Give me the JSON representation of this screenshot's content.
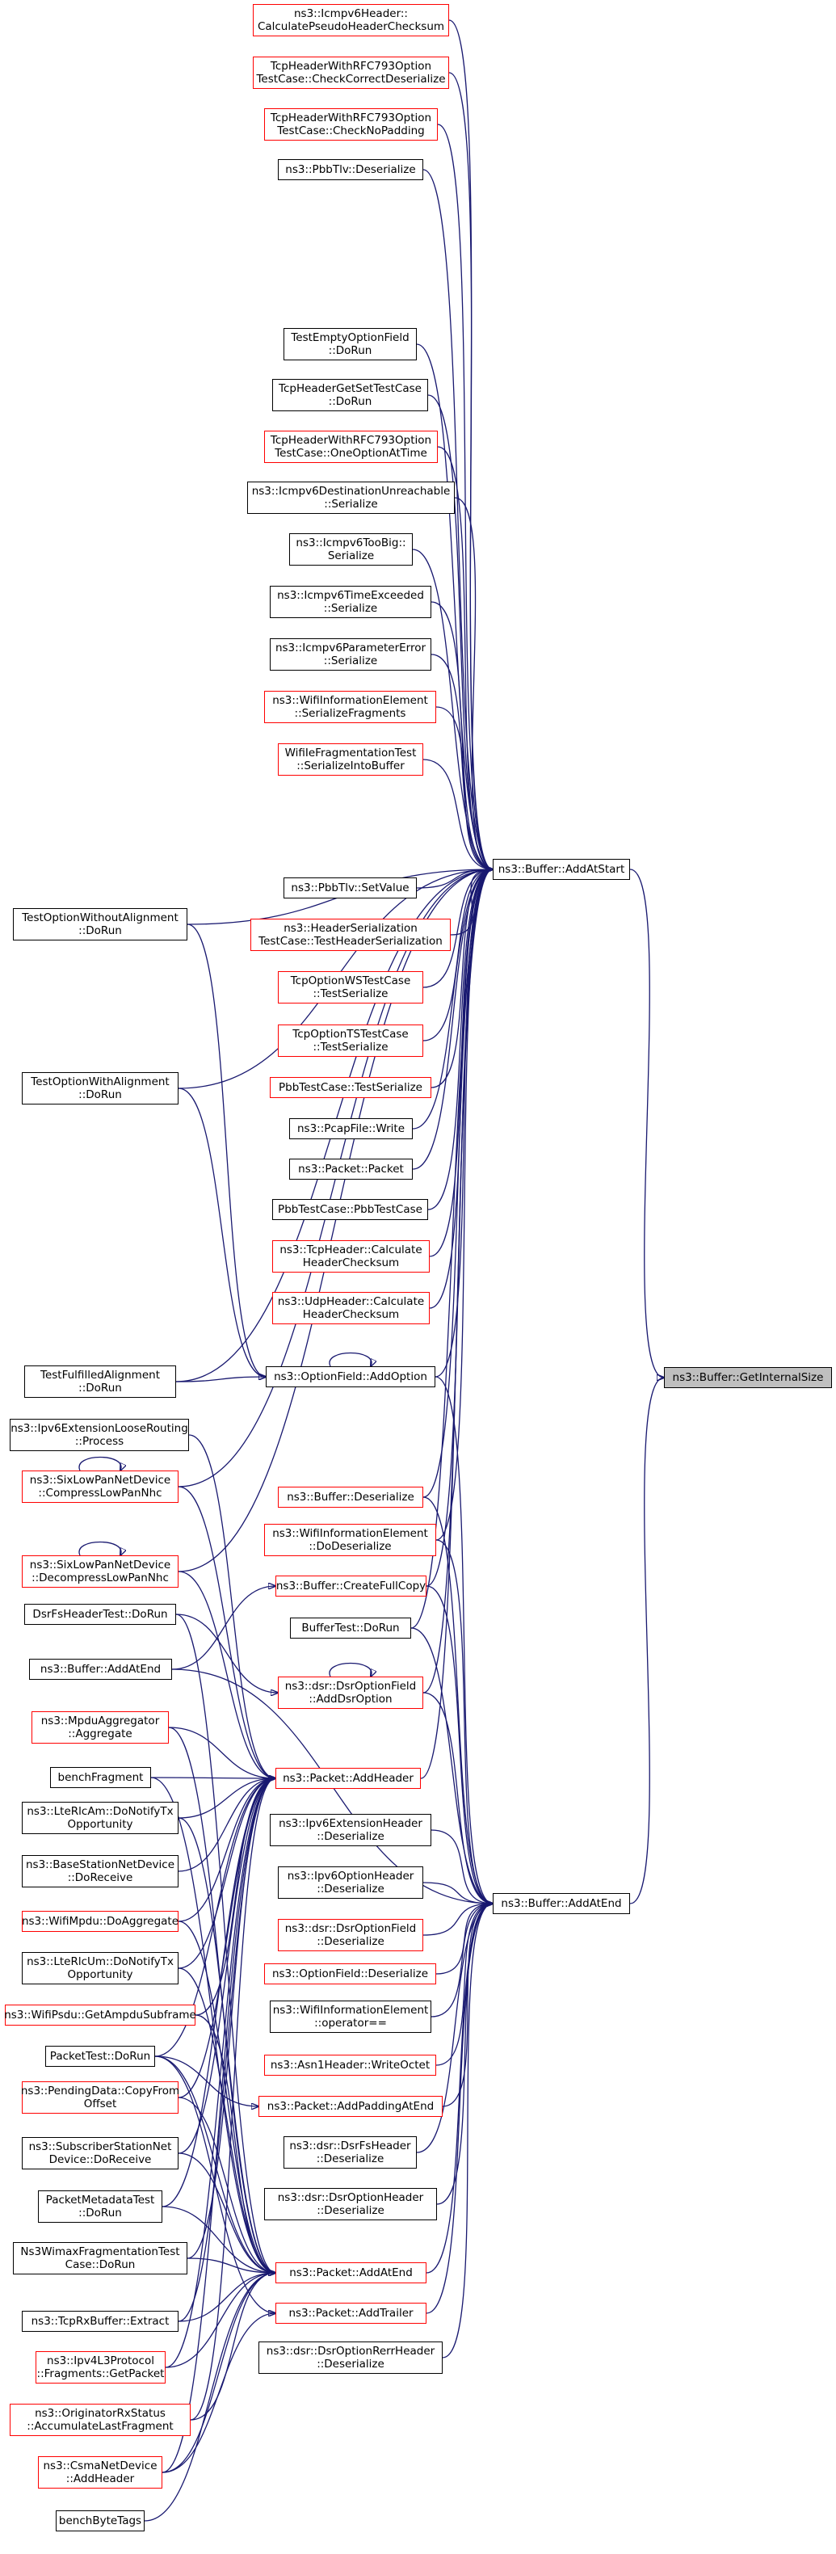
{
  "graph": {
    "edge_color": "#191970",
    "nodes": [
      {
        "id": "n1",
        "label": "ns3::Icmpv6Header::\nCalculatePseudoHeaderChecksum",
        "border": "red"
      },
      {
        "id": "n2",
        "label": "TcpHeaderWithRFC793Option\nTestCase::CheckCorrectDeserialize",
        "border": "red"
      },
      {
        "id": "n3",
        "label": "TcpHeaderWithRFC793Option\nTestCase::CheckNoPadding",
        "border": "red"
      },
      {
        "id": "n4",
        "label": "ns3::PbbTlv::Deserialize",
        "border": "black"
      },
      {
        "id": "n5",
        "label": "TestEmptyOptionField\n::DoRun",
        "border": "black"
      },
      {
        "id": "n6",
        "label": "TcpHeaderGetSetTestCase\n::DoRun",
        "border": "black"
      },
      {
        "id": "n7",
        "label": "TcpHeaderWithRFC793Option\nTestCase::OneOptionAtTime",
        "border": "red"
      },
      {
        "id": "n8",
        "label": "ns3::Icmpv6DestinationUnreachable\n::Serialize",
        "border": "black"
      },
      {
        "id": "n9",
        "label": "ns3::Icmpv6TooBig::\nSerialize",
        "border": "black"
      },
      {
        "id": "n10",
        "label": "ns3::Icmpv6TimeExceeded\n::Serialize",
        "border": "black"
      },
      {
        "id": "n11",
        "label": "ns3::Icmpv6ParameterError\n::Serialize",
        "border": "black"
      },
      {
        "id": "n12",
        "label": "ns3::WifiInformationElement\n::SerializeFragments",
        "border": "red"
      },
      {
        "id": "n13",
        "label": "WifiIeFragmentationTest\n::SerializeIntoBuffer",
        "border": "red"
      },
      {
        "id": "n14",
        "label": "ns3::Buffer::AddAtStart",
        "border": "black"
      },
      {
        "id": "n15",
        "label": "ns3::PbbTlv::SetValue",
        "border": "black"
      },
      {
        "id": "n16",
        "label": "ns3::HeaderSerialization\nTestCase::TestHeaderSerialization",
        "border": "red"
      },
      {
        "id": "n17",
        "label": "TcpOptionWSTestCase\n::TestSerialize",
        "border": "red"
      },
      {
        "id": "n18",
        "label": "TcpOptionTSTestCase\n::TestSerialize",
        "border": "red"
      },
      {
        "id": "n19",
        "label": "PbbTestCase::TestSerialize",
        "border": "red"
      },
      {
        "id": "n20",
        "label": "ns3::PcapFile::Write",
        "border": "black"
      },
      {
        "id": "n21",
        "label": "ns3::Packet::Packet",
        "border": "black"
      },
      {
        "id": "n22",
        "label": "PbbTestCase::PbbTestCase",
        "border": "black"
      },
      {
        "id": "n23",
        "label": "ns3::TcpHeader::Calculate\nHeaderChecksum",
        "border": "red"
      },
      {
        "id": "n24",
        "label": "ns3::UdpHeader::Calculate\nHeaderChecksum",
        "border": "red"
      },
      {
        "id": "n25",
        "label": "TestOptionWithoutAlignment\n::DoRun",
        "border": "black"
      },
      {
        "id": "n26",
        "label": "TestOptionWithAlignment\n::DoRun",
        "border": "black"
      },
      {
        "id": "n27",
        "label": "ns3::OptionField::AddOption",
        "border": "black"
      },
      {
        "id": "n28",
        "label": "TestFulfilledAlignment\n::DoRun",
        "border": "black"
      },
      {
        "id": "n29",
        "label": "ns3::Buffer::GetInternalSize",
        "border": "black",
        "focus": true
      },
      {
        "id": "n30",
        "label": "ns3::Ipv6ExtensionLooseRouting\n::Process",
        "border": "black"
      },
      {
        "id": "n31",
        "label": "ns3::SixLowPanNetDevice\n::CompressLowPanNhc",
        "border": "red"
      },
      {
        "id": "n32",
        "label": "ns3::Buffer::Deserialize",
        "border": "red"
      },
      {
        "id": "n33",
        "label": "ns3::WifiInformationElement\n::DoDeserialize",
        "border": "red"
      },
      {
        "id": "n34",
        "label": "ns3::SixLowPanNetDevice\n::DecompressLowPanNhc",
        "border": "red"
      },
      {
        "id": "n35",
        "label": "ns3::Buffer::CreateFullCopy",
        "border": "red"
      },
      {
        "id": "n36",
        "label": "DsrFsHeaderTest::DoRun",
        "border": "black"
      },
      {
        "id": "n37",
        "label": "BufferTest::DoRun",
        "border": "black"
      },
      {
        "id": "n38",
        "label": "ns3::Buffer::AddAtEnd",
        "border": "black"
      },
      {
        "id": "n39",
        "label": "ns3::dsr::DsrOptionField\n::AddDsrOption",
        "border": "red"
      },
      {
        "id": "n40",
        "label": "ns3::MpduAggregator\n::Aggregate",
        "border": "red"
      },
      {
        "id": "n41",
        "label": "benchFragment",
        "border": "black"
      },
      {
        "id": "n42",
        "label": "ns3::Packet::AddHeader",
        "border": "red"
      },
      {
        "id": "n43",
        "label": "ns3::LteRlcAm::DoNotifyTx\nOpportunity",
        "border": "black"
      },
      {
        "id": "n44",
        "label": "ns3::Ipv6ExtensionHeader\n::Deserialize",
        "border": "black"
      },
      {
        "id": "n45",
        "label": "ns3::BaseStationNetDevice\n::DoReceive",
        "border": "black"
      },
      {
        "id": "n46",
        "label": "ns3::Ipv6OptionHeader\n::Deserialize",
        "border": "black"
      },
      {
        "id": "n47",
        "label": "ns3::Buffer::AddAtEnd",
        "border": "black"
      },
      {
        "id": "n48",
        "label": "ns3::WifiMpdu::DoAggregate",
        "border": "red"
      },
      {
        "id": "n49",
        "label": "ns3::dsr::DsrOptionField\n::Deserialize",
        "border": "red"
      },
      {
        "id": "n50",
        "label": "ns3::LteRlcUm::DoNotifyTx\nOpportunity",
        "border": "black"
      },
      {
        "id": "n51",
        "label": "ns3::OptionField::Deserialize",
        "border": "red"
      },
      {
        "id": "n52",
        "label": "ns3::WifiPsdu::GetAmpduSubframe",
        "border": "red"
      },
      {
        "id": "n53",
        "label": "ns3::WifiInformationElement\n::operator==",
        "border": "black"
      },
      {
        "id": "n54",
        "label": "PacketTest::DoRun",
        "border": "black"
      },
      {
        "id": "n55",
        "label": "ns3::Asn1Header::WriteOctet",
        "border": "red"
      },
      {
        "id": "n56",
        "label": "ns3::PendingData::CopyFrom\nOffset",
        "border": "red"
      },
      {
        "id": "n57",
        "label": "ns3::Packet::AddPaddingAtEnd",
        "border": "red"
      },
      {
        "id": "n58",
        "label": "ns3::SubscriberStationNet\nDevice::DoReceive",
        "border": "black"
      },
      {
        "id": "n59",
        "label": "ns3::dsr::DsrFsHeader\n::Deserialize",
        "border": "black"
      },
      {
        "id": "n60",
        "label": "PacketMetadataTest\n::DoRun",
        "border": "black"
      },
      {
        "id": "n61",
        "label": "ns3::dsr::DsrOptionHeader\n::Deserialize",
        "border": "black"
      },
      {
        "id": "n62",
        "label": "Ns3WimaxFragmentationTest\nCase::DoRun",
        "border": "black"
      },
      {
        "id": "n63",
        "label": "ns3::Packet::AddAtEnd",
        "border": "red"
      },
      {
        "id": "n64",
        "label": "ns3::TcpRxBuffer::Extract",
        "border": "black"
      },
      {
        "id": "n65",
        "label": "ns3::Packet::AddTrailer",
        "border": "red"
      },
      {
        "id": "n66",
        "label": "ns3::dsr::DsrOptionRerrHeader\n::Deserialize",
        "border": "black"
      },
      {
        "id": "n67",
        "label": "ns3::Ipv4L3Protocol\n::Fragments::GetPacket",
        "border": "red"
      },
      {
        "id": "n68",
        "label": "ns3::OriginatorRxStatus\n::AccumulateLastFragment",
        "border": "red"
      },
      {
        "id": "n69",
        "label": "ns3::CsmaNetDevice\n::AddHeader",
        "border": "red"
      },
      {
        "id": "n70",
        "label": "benchByteTags",
        "border": "black"
      }
    ]
  }
}
